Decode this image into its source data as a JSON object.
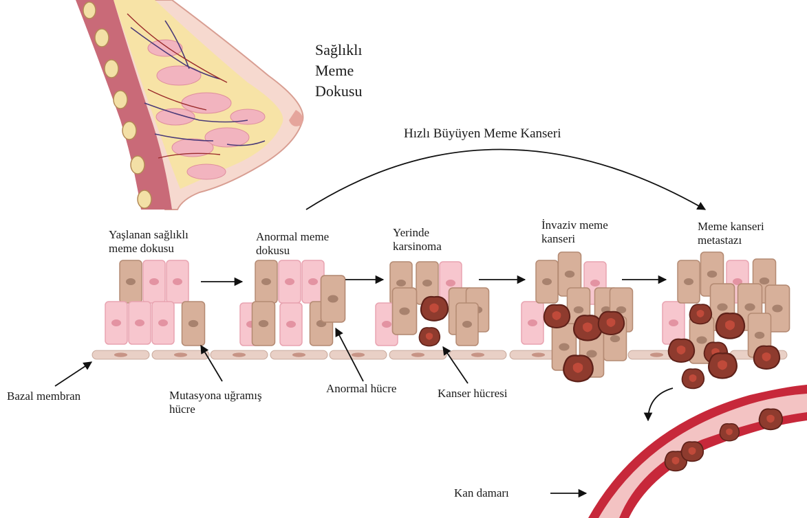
{
  "title_lines": [
    "Sağlıklı",
    "Meme",
    "Dokusu"
  ],
  "arc_label": "Hızlı Büyüyen Meme Kanseri",
  "stages": [
    {
      "lines": [
        "Yaşlanan sağlıklı",
        "meme dokusu"
      ]
    },
    {
      "lines": [
        "Anormal meme",
        "dokusu"
      ]
    },
    {
      "lines": [
        "Yerinde",
        "karsinoma"
      ]
    },
    {
      "lines": [
        "İnvaziv meme",
        "kanseri"
      ]
    },
    {
      "lines": [
        "Meme kanseri",
        "metastazı"
      ]
    }
  ],
  "callouts": {
    "basal": "Bazal membran",
    "mutated": [
      "Mutasyona uğramış",
      "hücre"
    ],
    "abnormal": "Anormal hücre",
    "cancer": "Kanser hücresi",
    "vessel": "Kan damarı"
  },
  "colors": {
    "healthy_cell": "#f7c6ce",
    "tan_cell": "#d7b09a",
    "cancer_cell": "#8e3b2e",
    "vessel_wall": "#c7283a",
    "skin": "#f6d9cf"
  }
}
